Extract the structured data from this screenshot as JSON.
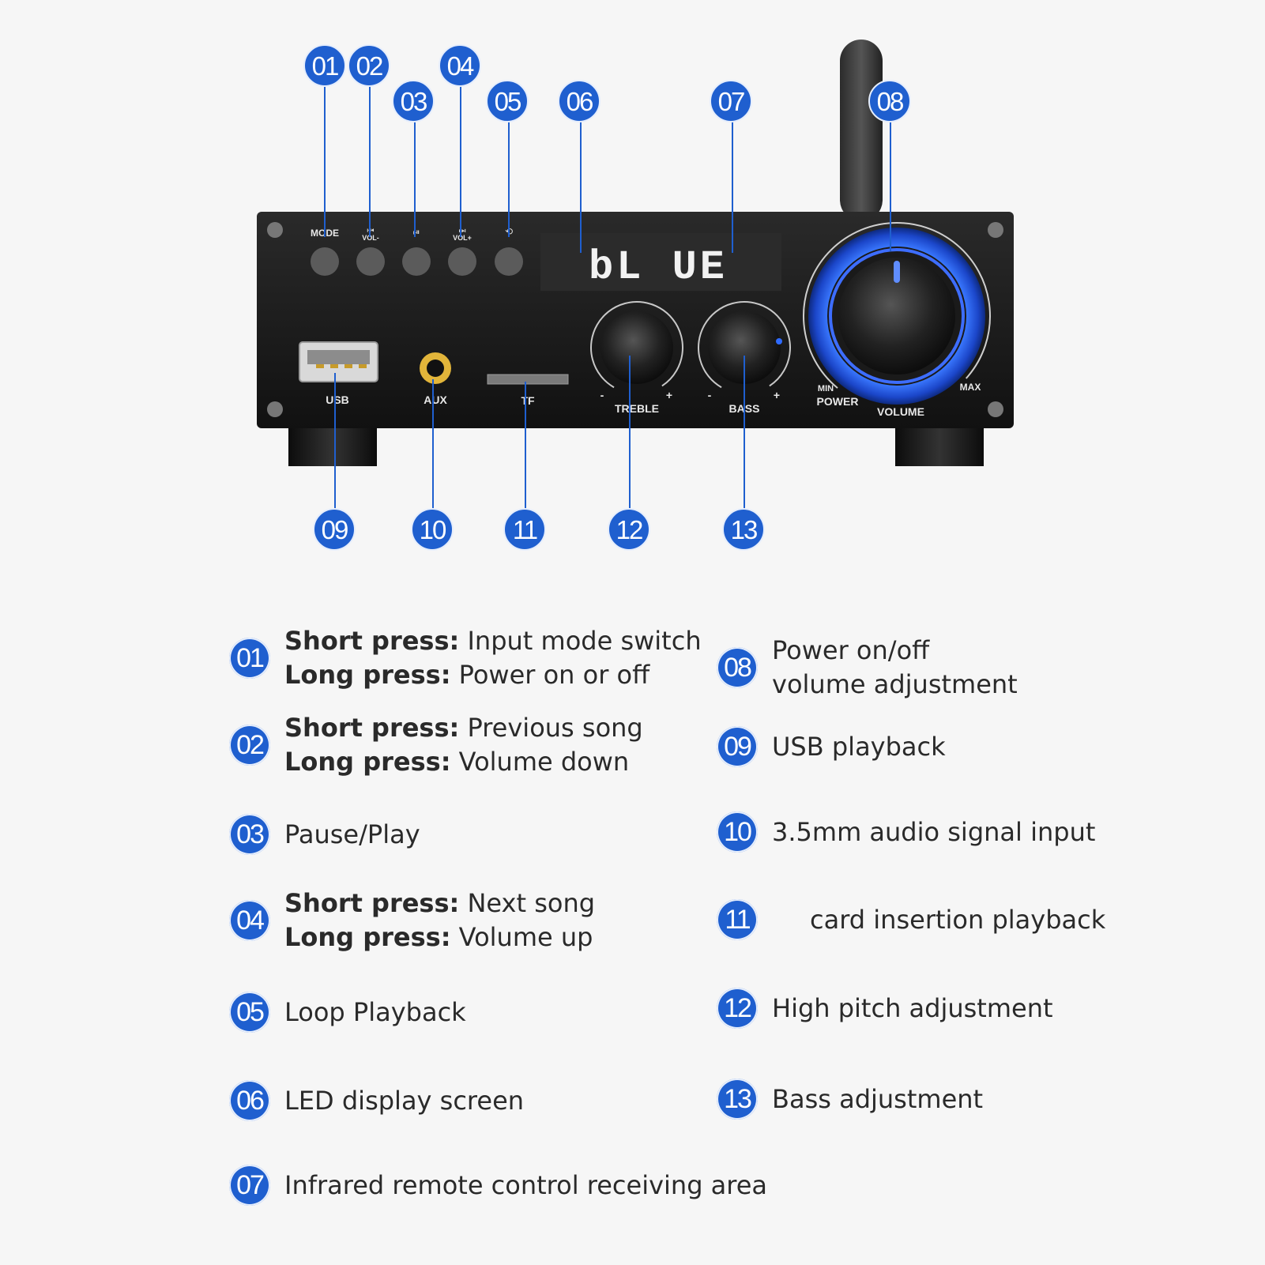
{
  "panel": {
    "display_text": "bL UE",
    "labels": {
      "mode": "MODE",
      "prev": "VOL-",
      "next": "VOL+",
      "usb": "USB",
      "aux": "AUX",
      "tf": "TF",
      "treble": "TREBLE",
      "bass": "BASS",
      "power": "POWER",
      "min": "MIN",
      "max": "MAX",
      "volume": "VOLUME",
      "minus": "-",
      "plus": "+"
    }
  },
  "callouts": [
    "01",
    "02",
    "03",
    "04",
    "05",
    "06",
    "07",
    "08",
    "09",
    "10",
    "11",
    "12",
    "13"
  ],
  "legend": [
    {
      "num": "01",
      "lines": [
        {
          "bold": "Short press:",
          "text": " Input mode switch"
        },
        {
          "bold": "Long press:",
          "text": " Power on or off"
        }
      ]
    },
    {
      "num": "02",
      "lines": [
        {
          "bold": "Short press:",
          "text": " Previous song"
        },
        {
          "bold": "Long press:",
          "text": " Volume down"
        }
      ]
    },
    {
      "num": "03",
      "lines": [
        {
          "bold": "",
          "text": "Pause/Play"
        }
      ]
    },
    {
      "num": "04",
      "lines": [
        {
          "bold": "Short press:",
          "text": " Next song"
        },
        {
          "bold": "Long press:",
          "text": " Volume up"
        }
      ]
    },
    {
      "num": "05",
      "lines": [
        {
          "bold": "",
          "text": "Loop Playback"
        }
      ]
    },
    {
      "num": "06",
      "lines": [
        {
          "bold": "",
          "text": "LED display screen"
        }
      ]
    },
    {
      "num": "07",
      "lines": [
        {
          "bold": "",
          "text": "Infrared remote control receiving area"
        }
      ]
    },
    {
      "num": "08",
      "lines": [
        {
          "bold": "",
          "text": "Power on/off"
        },
        {
          "bold": "",
          "text": "volume adjustment"
        }
      ]
    },
    {
      "num": "09",
      "lines": [
        {
          "bold": "",
          "text": "USB playback"
        }
      ]
    },
    {
      "num": "10",
      "lines": [
        {
          "bold": "",
          "text": "3.5mm audio signal input"
        }
      ]
    },
    {
      "num": "11",
      "lines": [
        {
          "bold": "",
          "text": "card insertion playback"
        }
      ]
    },
    {
      "num": "12",
      "lines": [
        {
          "bold": "",
          "text": "High pitch adjustment"
        }
      ]
    },
    {
      "num": "13",
      "lines": [
        {
          "bold": "",
          "text": "Bass adjustment"
        }
      ]
    }
  ],
  "colors": {
    "accent": "#1f5fcf",
    "panel": "#1a1a1a",
    "ring_glow": "#2f6bff",
    "aux_ring": "#e2b53a",
    "text": "#2a2a2a",
    "background": "#f6f6f6"
  }
}
